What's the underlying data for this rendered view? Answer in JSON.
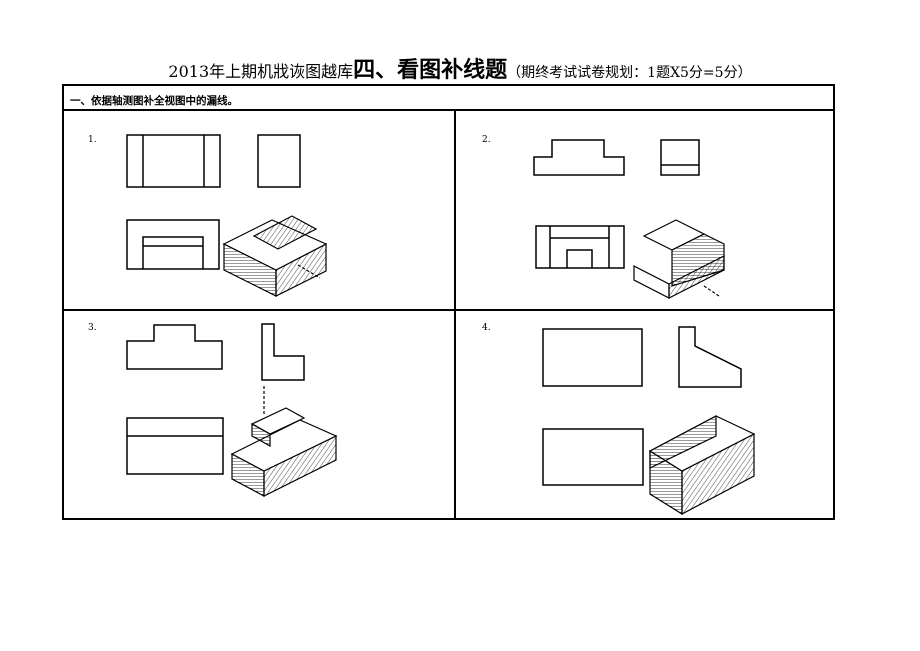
{
  "header": {
    "lead": "2013年上期机戕诙图越库",
    "main": "四、看图补线题",
    "tail": "（期终考试试卷规划：1题X5分=5分）"
  },
  "instruction": "一、依据轴测图补全视图中的漏线。",
  "problems": [
    {
      "number": "1."
    },
    {
      "number": "2."
    },
    {
      "number": "3."
    },
    {
      "number": "4."
    }
  ]
}
